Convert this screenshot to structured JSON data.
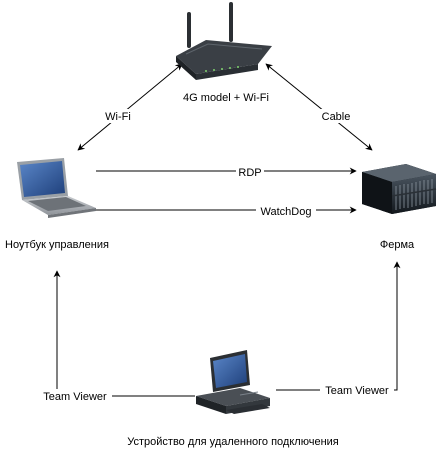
{
  "nodes": {
    "router": {
      "label": "4G model + Wi-Fi",
      "icon": "wifi-router-icon"
    },
    "laptop": {
      "label": "Ноутбук управления",
      "icon": "laptop-icon"
    },
    "farm": {
      "label": "Ферма",
      "icon": "server-rack-icon"
    },
    "remote": {
      "label": "Устройство для удаленного подключения",
      "icon": "desktop-computer-icon"
    }
  },
  "edges": {
    "wifi": "Wi-Fi",
    "cable": "Cable",
    "rdp": "RDP",
    "watchdog": "WatchDog",
    "tv_left": "Team Viewer",
    "tv_right": "Team Viewer"
  },
  "colors": {
    "line": "#000000",
    "background": "#ffffff"
  }
}
